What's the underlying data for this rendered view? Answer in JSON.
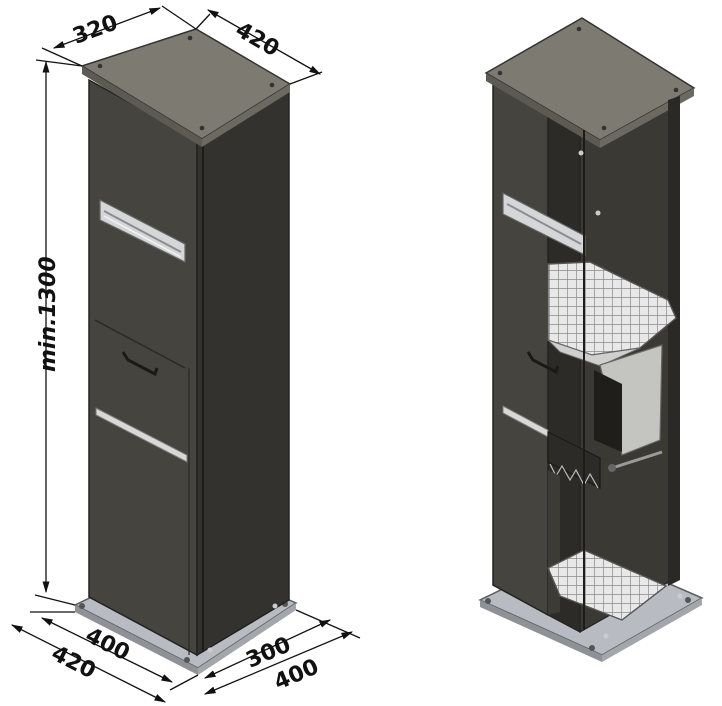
{
  "dimensions": {
    "top_depth": "320",
    "top_width": "420",
    "height": "min.1300",
    "base_inner_left": "400",
    "base_outer_left": "420",
    "base_inner_right": "300",
    "base_outer_right": "400"
  },
  "views": [
    "closed-cabinet",
    "open-cabinet"
  ],
  "colors": {
    "body": "#3f3e39",
    "body_dark": "#2a2925",
    "top": "#78766c",
    "base": "#b8bcc2",
    "metal": "#c9cbcc"
  }
}
